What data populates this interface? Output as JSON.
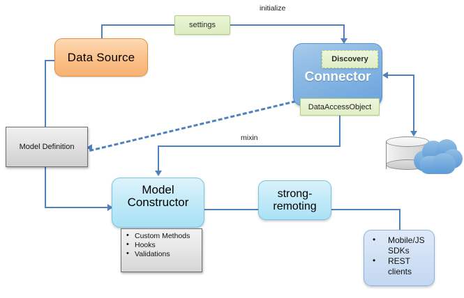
{
  "diagram": {
    "title": "LoopBack data flow architecture",
    "colors": {
      "line": "#4f81bd",
      "data_source": "#f7b274",
      "connector": "#6ba3dc",
      "green_box": "#dcecc0",
      "grey_box": "#e2e2e2",
      "light_blue": "#a9e1f5",
      "client_blue": "#cfe0f4"
    },
    "nodes": {
      "data_source": {
        "label": "Data Source"
      },
      "settings": {
        "label": "settings"
      },
      "connector": {
        "label": "Connector"
      },
      "discovery": {
        "label": "Discovery"
      },
      "data_access_object": {
        "label": "DataAccessObject"
      },
      "model_definition": {
        "label": "Model Definition"
      },
      "model_constructor": {
        "line1": "Model",
        "line2": "Constructor",
        "items": [
          "Custom Methods",
          "Hooks",
          "Validations"
        ]
      },
      "strong_remoting": {
        "line1": "strong-",
        "line2": "remoting"
      },
      "clients": {
        "items": [
          "Mobile/JS SDKs",
          "REST clients"
        ]
      },
      "database": {
        "label": "database-cylinder-icon"
      },
      "cloud": {
        "label": "cloud-icon"
      }
    },
    "edge_labels": {
      "initialize": "initialize",
      "mixin": "mixin"
    }
  }
}
